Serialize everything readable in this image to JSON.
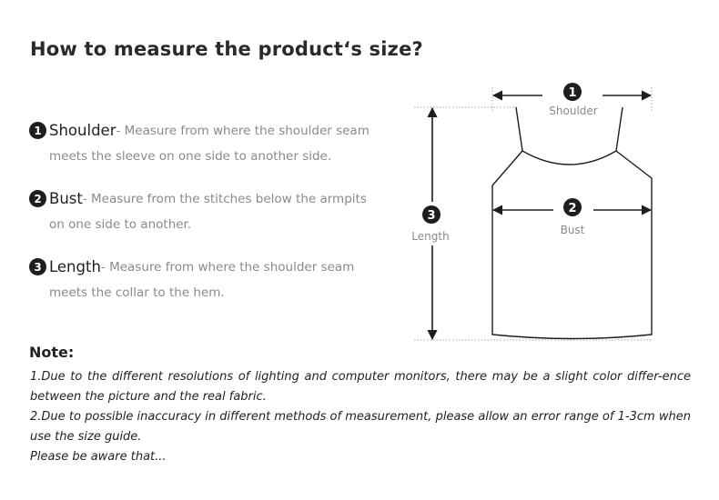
{
  "title": "How to measure the product‘s size?",
  "instructions": [
    {
      "number": "1",
      "term": "Shoulder",
      "description_line1": "- Measure from where the shoulder seam",
      "description_line2": "meets the sleeve on one side to another side."
    },
    {
      "number": "2",
      "term": "Bust",
      "description_line1": "- Measure from the stitches below the armpits",
      "description_line2": "on one side to another."
    },
    {
      "number": "3",
      "term": "Length",
      "description_line1": "- Measure from where the shoulder seam",
      "description_line2": "meets the collar to the hem."
    }
  ],
  "diagram": {
    "shoulder": {
      "number": "1",
      "label": "Shoulder"
    },
    "bust": {
      "number": "2",
      "label": "Bust"
    },
    "length": {
      "number": "3",
      "label": "Length"
    }
  },
  "note": {
    "heading": "Note:",
    "lines": [
      "1.Due to the different resolutions of lighting and computer monitors, there may be a slight color differ-ence between the picture and the real fabric.",
      "2.Due to possible inaccuracy in different methods of measurement, please allow an error range of 1-3cm when use the size guide.",
      "Please be aware that..."
    ]
  },
  "colors": {
    "text": "#222222",
    "muted": "#8a8a8a",
    "badge": "#1e1e1e",
    "guide": "#aaaaaa"
  }
}
